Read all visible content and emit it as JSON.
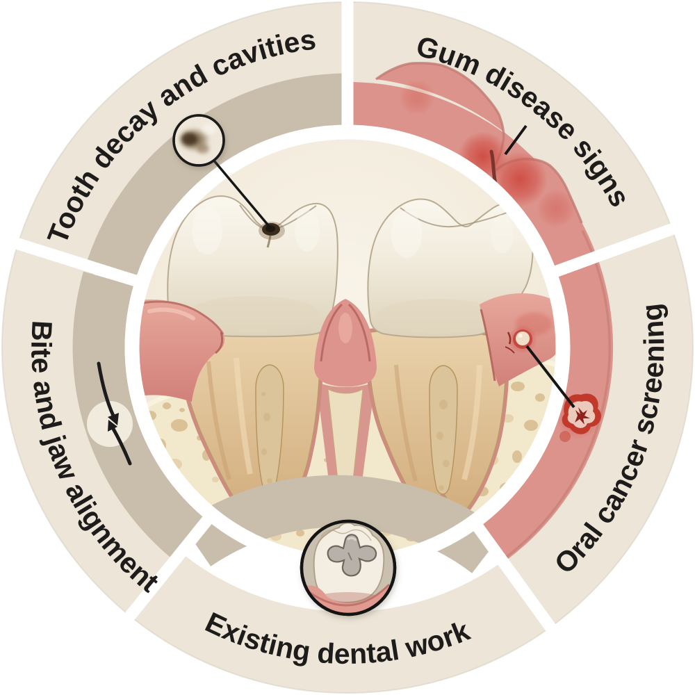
{
  "figure": {
    "type": "circular dental check-up infographic wheel",
    "center_illustration": "cross-section of two molars with gums and jawbone"
  },
  "segments": [
    {
      "id": "tooth-decay",
      "label": "Tooth decay and cavities"
    },
    {
      "id": "gum-disease",
      "label": "Gum disease signs"
    },
    {
      "id": "oral-cancer",
      "label": "Oral cancer screening"
    },
    {
      "id": "existing-work",
      "label": "Existing dental work"
    },
    {
      "id": "bite-alignment",
      "label": "Bite and jaw alignment"
    }
  ],
  "icons": {
    "bite_arrows": "two-curved-converging-arrows",
    "cavity_magnifier": "circle-callout-of-cavity",
    "filling_magnifier": "circle-callout-of-amalgam-filling"
  },
  "colors": {
    "background": "#ffffff",
    "ring_outer_cream": "#ece5d8",
    "ring_inner_taupe": "#c9beac",
    "label_text": "#1d1c1a",
    "gum_pink": "#dc938b",
    "gum_edge": "#c27b72",
    "gum_inflamed_red": "#cd4339",
    "lesion_dark_red": "#8e221c",
    "tooth_enamel": "#f3eee2",
    "dentin_root": "#d9b98c",
    "bone": "#f2e8cc",
    "bone_hole": "#dbc296",
    "amalgam_silver": "#b7b1a9",
    "callout_outline": "#1a1a1a"
  }
}
